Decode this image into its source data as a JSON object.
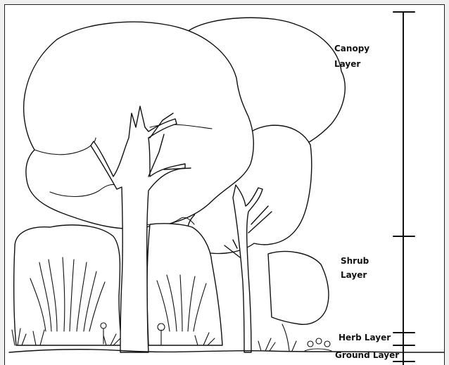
{
  "diagram": {
    "layers": [
      {
        "key": "canopy",
        "line1": "Canopy",
        "line2": "Layer"
      },
      {
        "key": "shrub",
        "line1": "Shrub",
        "line2": "Layer"
      },
      {
        "key": "herb",
        "line1": "Herb Layer",
        "line2": ""
      },
      {
        "key": "ground",
        "line1": "Ground Layer",
        "line2": ""
      }
    ]
  }
}
